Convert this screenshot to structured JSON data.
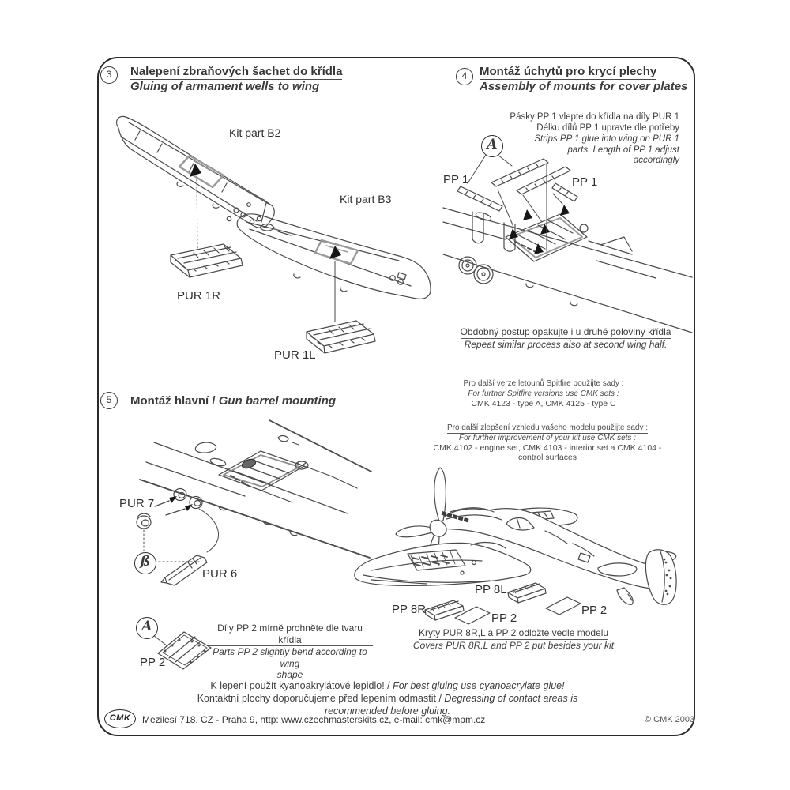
{
  "sheet": {
    "footer": {
      "logo": "CMK",
      "address": "Mezilesí 718, CZ - Praha 9,  http: www.czechmasterskits.cz, e-mail:  cmk@mpm.cz",
      "copyright": "© CMK 2003"
    },
    "glue_note": {
      "line1_cz": "K lepení použít kyanoakrylátové lepidlo! /",
      "line1_en": "For best  gluing use cyanoacrylate glue!",
      "line2_cz": "Kontaktní plochy doporučujeme před lepením odmastit /",
      "line2_en": "Degreasing of contact areas is recommended before gluing."
    }
  },
  "step3": {
    "marker": "3",
    "title_cz": "Nalepení zbraňových šachet do křídla",
    "title_en": "Gluing of armament wells to wing",
    "labels": {
      "kit_part_b2": "Kit part B2",
      "kit_part_b3": "Kit part B3",
      "pur_1r": "PUR 1R",
      "pur_1l": "PUR 1L"
    }
  },
  "step4": {
    "marker": "4",
    "title_cz": "Montáž úchytů pro krycí plechy",
    "title_en": "Assembly of mounts for cover plates",
    "detail_marker": "A",
    "note": {
      "cz_line1": "Pásky PP 1 vlepte do křídla na díly PUR 1",
      "cz_line2": "Délku dílů PP 1 upravte dle potřeby",
      "en_line1": "Strips PP 1 glue into wing on PUR 1",
      "en_line2": "parts. Length of PP 1 adjust",
      "en_line3": "accordingly"
    },
    "labels": {
      "pp1_left": "PP 1",
      "pp1_right": "PP 1"
    },
    "repeat_cz": "Obdobný postup opakujte i u druhé poloviny křídla",
    "repeat_en": "Repeat similar process also at second wing half.",
    "info_versions": {
      "cz": "Pro další verze letounů Spitfire použijte sady :",
      "en": "For further Spitfire versions use CMK sets :",
      "sets": "CMK 4123 - type A,  CMK 4125 - type C"
    },
    "info_improve": {
      "cz": "Pro další zlepšení vzhledu vašeho modelu použijte sady :",
      "en": "For further improvement of your kit use CMK sets :",
      "sets": "CMK 4102 - engine set, CMK 4103 - interior set a CMK 4104 - control surfaces"
    }
  },
  "step5": {
    "marker": "5",
    "title_cz": "Montáž hlavní",
    "separator": " / ",
    "title_en": "Gun barrel mounting",
    "marker_a": "A",
    "marker_b": "ß",
    "labels": {
      "pur7": "PUR 7",
      "pur6": "PUR 6",
      "pp2": "PP 2"
    },
    "bend_cz": "Díly PP 2 mírně prohněte dle tvaru křídla",
    "bend_en_line1": "Parts PP 2 slightly bend according to wing",
    "bend_en_line2": "shape"
  },
  "plane": {
    "labels": {
      "pp8l": "PP 8L",
      "pp8r": "PP 8R",
      "pp2_mid": "PP 2",
      "pp2_right": "PP 2"
    },
    "covers_cz": "Kryty PUR 8R,L a PP 2 odložte vedle modelu",
    "covers_en": "Covers PUR 8R,L and PP 2 put besides your kit"
  }
}
